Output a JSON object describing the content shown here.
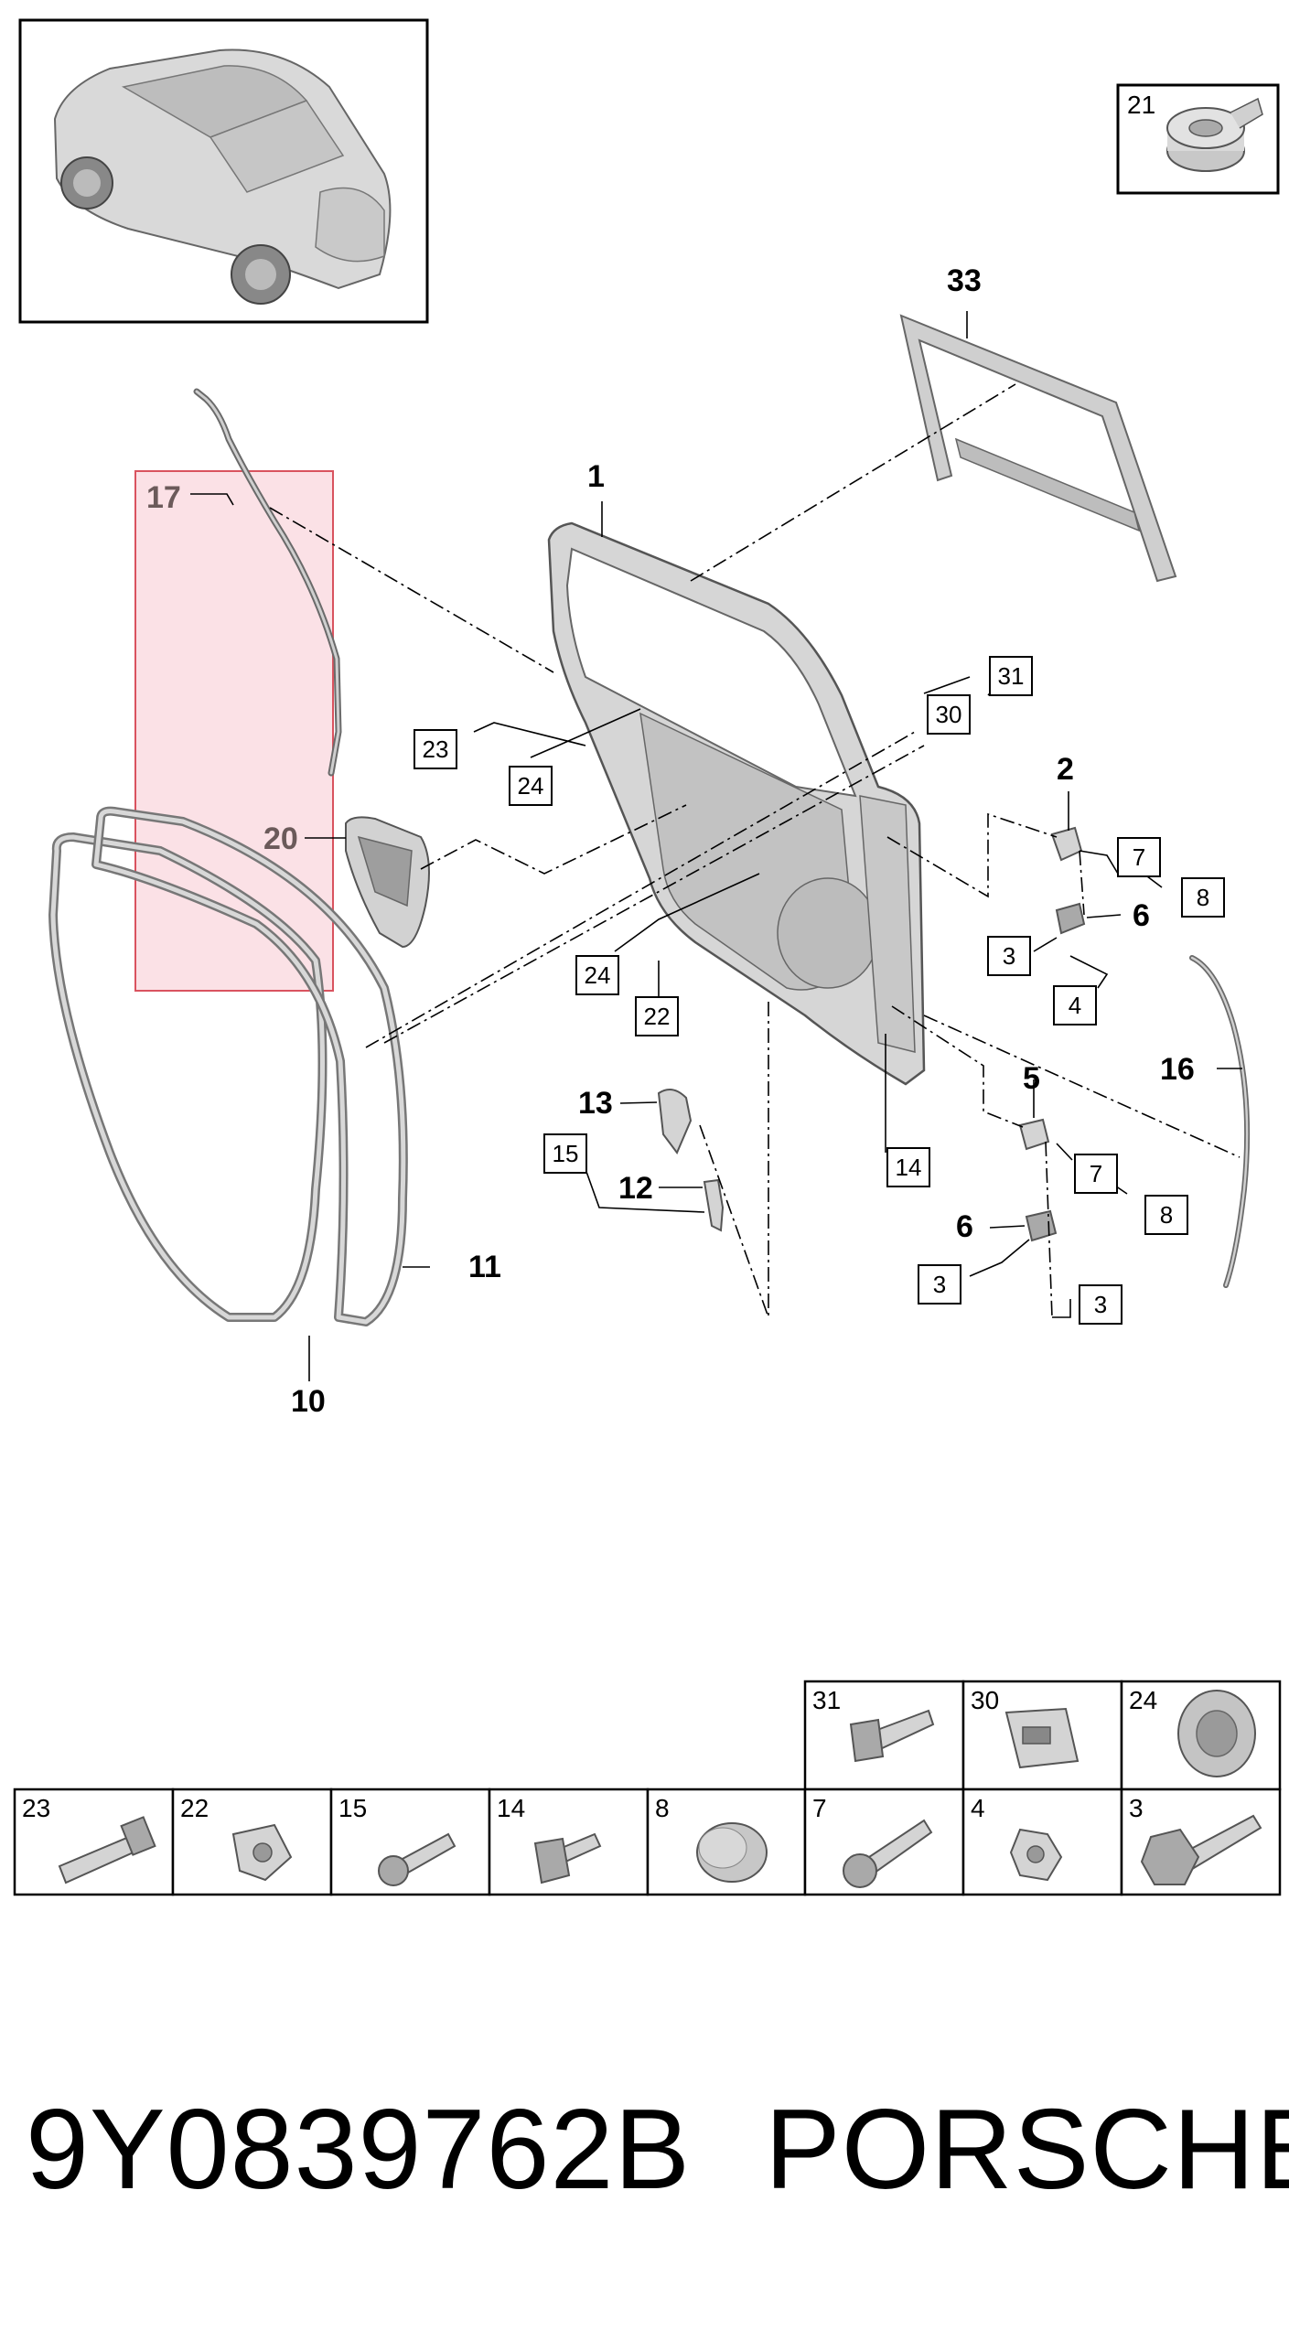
{
  "diagram": {
    "callouts": {
      "c1": "1",
      "c2": "2",
      "c5": "5",
      "c6a": "6",
      "c6b": "6",
      "c10": "10",
      "c11": "11",
      "c12": "12",
      "c13": "13",
      "c16": "16",
      "c17": "17",
      "c20": "20",
      "c33": "33"
    },
    "boxed_callouts": {
      "b21": "21",
      "b23": "23",
      "b24a": "24",
      "b24b": "24",
      "b22": "22",
      "b30": "30",
      "b31": "31",
      "b7a": "7",
      "b8a": "8",
      "b3a": "3",
      "b4": "4",
      "b15": "15",
      "b14": "14",
      "b7b": "7",
      "b8b": "8",
      "b3b": "3",
      "b3c": "3"
    },
    "highlight_color": "#f9d7dd",
    "highlight_border": "#d9535f"
  },
  "parts_table": {
    "top_row": [
      "31",
      "30",
      "24"
    ],
    "bottom_row": [
      "23",
      "22",
      "15",
      "14",
      "8",
      "7",
      "4",
      "3"
    ]
  },
  "footer": {
    "part_number": "9Y0839762B",
    "brand": "PORSCHE"
  }
}
